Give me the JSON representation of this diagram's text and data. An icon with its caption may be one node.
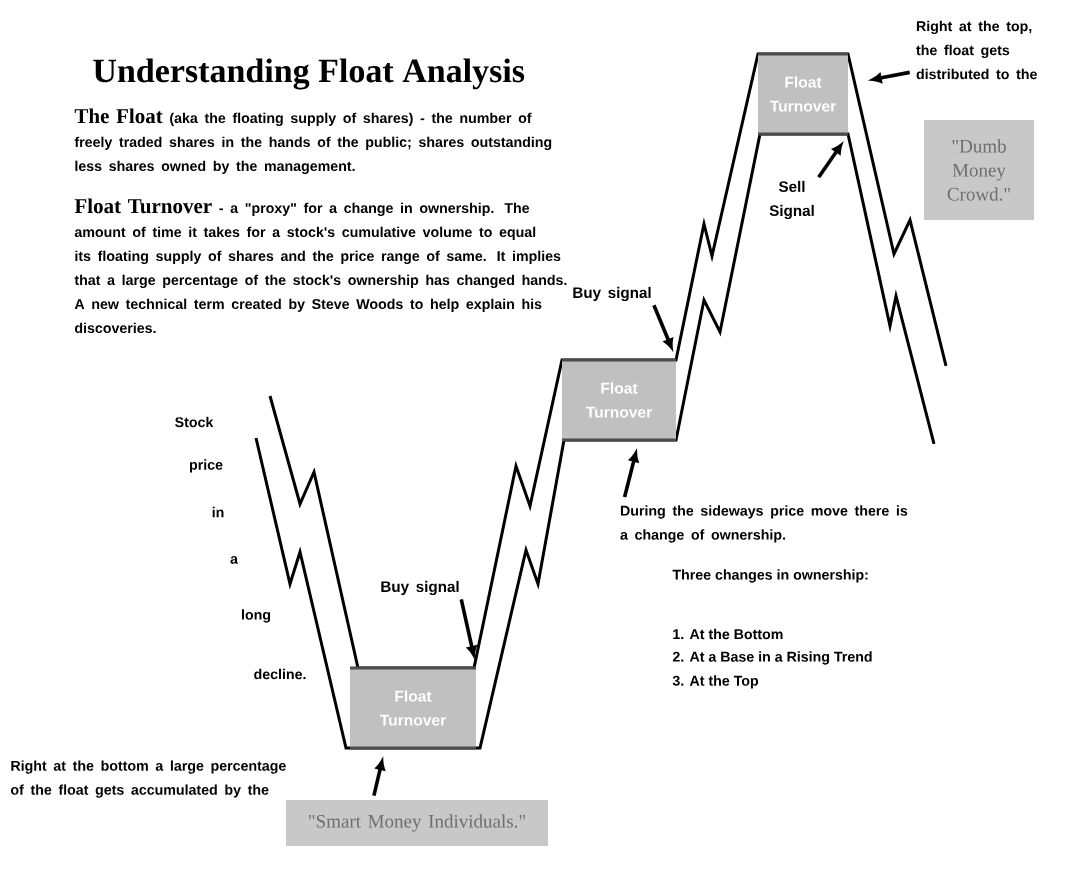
{
  "diagram": {
    "title": "Understanding Float Analysis",
    "nodes": [
      {
        "text": [
          "Float Turnover"
        ]
      },
      {
        "text": [
          "Float Turnover"
        ]
      },
      {
        "text": [
          "Float Turnover"
        ]
      },
      {
        "text": [
          "\"Dumb Money Crowd.\""
        ]
      },
      {
        "text": [
          "\"Smart Money Individuals.\""
        ]
      },
      {
        "text": [
          "Buy signal"
        ]
      },
      {
        "text": [
          "Buy signal"
        ]
      },
      {
        "text": [
          "Sell Signal"
        ]
      },
      {
        "text": [
          "Right at the top, the float gets distributed to the"
        ]
      },
      {
        "text": [
          "During the sideways price move there is a change of ownership."
        ]
      }
    ],
    "edges": [
      {
        "from": 5,
        "to": 0,
        "arrow": "to"
      },
      {
        "from": 6,
        "to": 1,
        "arrow": "to"
      },
      {
        "from": 7,
        "to": 2,
        "arrow": "to"
      },
      {
        "from": 8,
        "to": null,
        "arrow": "to"
      },
      {
        "from": 9,
        "to": 1,
        "arrow": "to"
      },
      {
        "from": 4,
        "to": 0,
        "arrow": "to"
      }
    ],
    "labels": [
      "The Float",
      "(aka the floating supply of shares) - the number of freely traded shares in the hands of the public; shares outstanding less shares owned by the management.",
      "Float Turnover",
      "- a \"proxy\" for a change in ownership. The amount of time it takes for a stock's cumulative volume to equal its floating supply of shares and the price range of same.  It implies that a large percentage of the stock's ownership has changed hands.  A new technical term created by Steve Woods to help explain his discoveries.",
      "Stock",
      "price",
      "in",
      "a",
      "long",
      "decline.",
      "Right at the bottom a large percentage of the float gets accumulated by the",
      "Three changes in ownership:",
      "1. At the Bottom",
      "2. At a Base in a Rising Trend",
      "3. At the Top"
    ]
  }
}
